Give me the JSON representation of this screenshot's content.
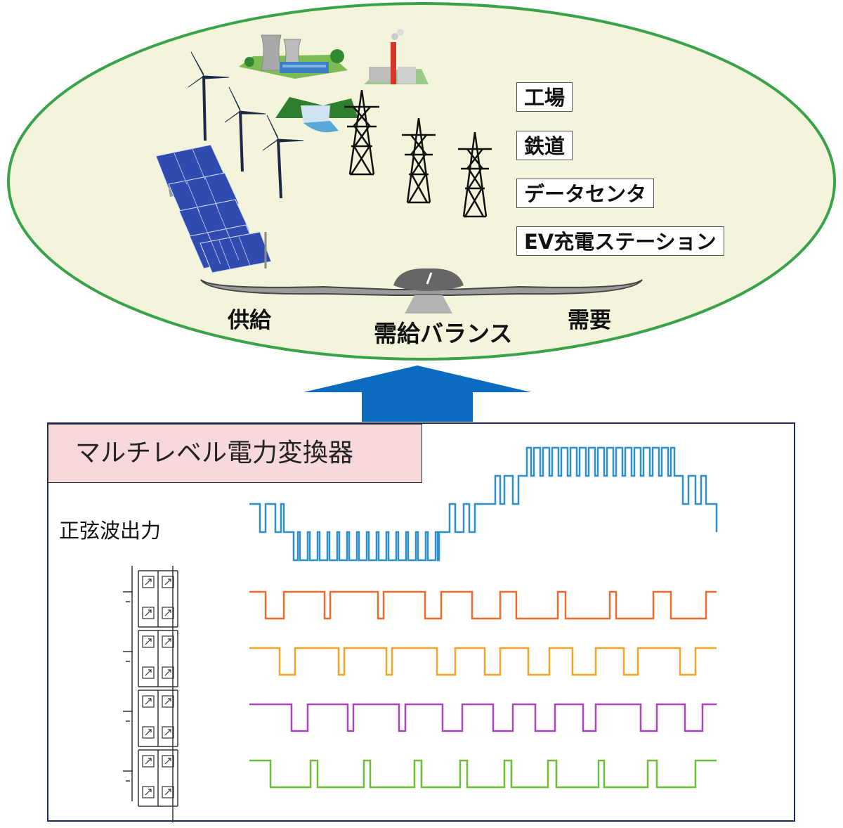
{
  "demand_items": [
    "工場",
    "鉄道",
    "データセンタ",
    "EV充電ステーション"
  ],
  "balance": {
    "supply_label": "供給",
    "center_label": "需給バランス",
    "demand_label": "需要"
  },
  "converter": {
    "title": "マルチレベル電力変換器",
    "output_label": "正弦波出力"
  },
  "colors": {
    "ellipse_fill": "#f4f4dc",
    "ellipse_border": "#3aa34a",
    "arrow": "#0b6cbf",
    "sine_wave": "#2e8fc9",
    "wave_1": "#ef6a2e",
    "wave_2": "#f3a626",
    "wave_3": "#a646b8",
    "wave_4": "#6ebd3d",
    "converter_title_bg": "#f7d9db",
    "converter_border": "#1a2a5e"
  },
  "icons": [
    "nuclear-plant-icon",
    "factory-chimney-icon",
    "hydro-dam-icon",
    "wind-turbine-icon",
    "solar-panel-icon",
    "transmission-tower-icon",
    "balance-scale-icon",
    "h-bridge-cell-icon"
  ]
}
